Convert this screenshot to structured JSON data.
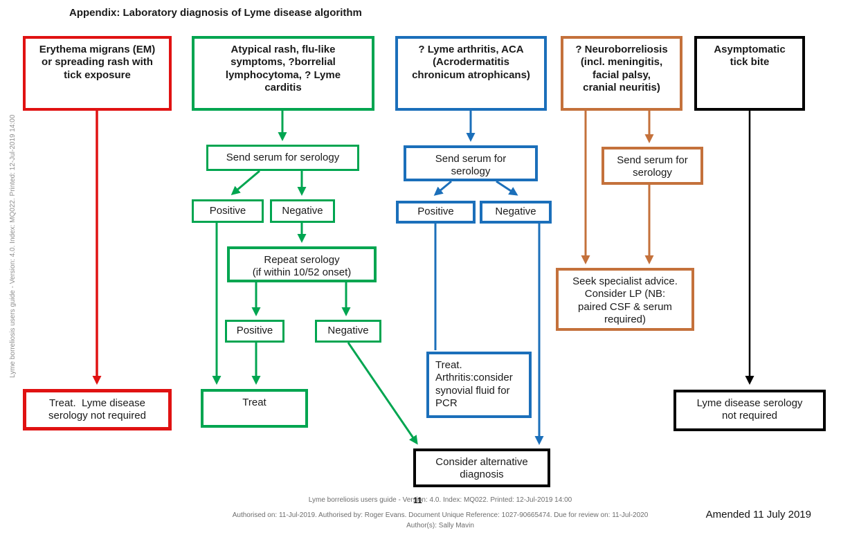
{
  "title": "Appendix: Laboratory diagnosis of Lyme disease algorithm",
  "sidebar_text": "Lyme borreliosis users guide - Version: 4.0. Index: MQ022. Printed: 12-Jul-2019 14:00",
  "colors": {
    "red": "#e01212",
    "green": "#00a550",
    "blue": "#1b6fba",
    "orange": "#c4713b",
    "black": "#000000"
  },
  "nodes": {
    "em": "Erythema migrans (EM)\nor spreading rash with\ntick exposure",
    "treat_em": "Treat.  Lyme disease\nserology not required",
    "atypical": "Atypical rash, flu-like\nsymptoms, ?borrelial\nlymphocytoma, ? Lyme\ncarditis",
    "send_serum_green": "Send serum for serology",
    "positive_green_1": "Positive",
    "negative_green_1": "Negative",
    "repeat_serology": "Repeat serology\n(if within 10/52 onset)",
    "positive_green_2": "Positive",
    "negative_green_2": "Negative",
    "treat_green": "Treat",
    "arthritis": "? Lyme arthritis, ACA\n(Acrodermatitis\nchronicum atrophicans)",
    "send_serum_blue": "Send serum for\nserology",
    "positive_blue": "Positive",
    "negative_blue": "Negative",
    "treat_arthritis": "Treat.\nArthritis:consider\nsynovial fluid for\nPCR",
    "consider_alternative": "Consider alternative\ndiagnosis",
    "neuro": "? Neuroborreliosis\n(incl. meningitis,\nfacial palsy,\ncranial neuritis)",
    "send_serum_orange": "Send serum for\nserology",
    "seek_specialist": "Seek specialist advice.\nConsider LP (NB:\npaired CSF & serum\nrequired)",
    "asymptomatic": "Asymptomatic\ntick bite",
    "serology_not_required": "Lyme disease serology\nnot required"
  },
  "footer": {
    "line1": "Lyme borreliosis users guide - Version: 4.0. Index: MQ022. Printed: 12-Jul-2019 14:00",
    "page_number": "11",
    "line2": "Authorised on: 11-Jul-2019. Authorised by: Roger Evans. Document Unique Reference: 1027-90665474. Due for review on: 11-Jul-2020",
    "line3": "Author(s): Sally Mavin",
    "amended": "Amended 11 July 2019"
  }
}
